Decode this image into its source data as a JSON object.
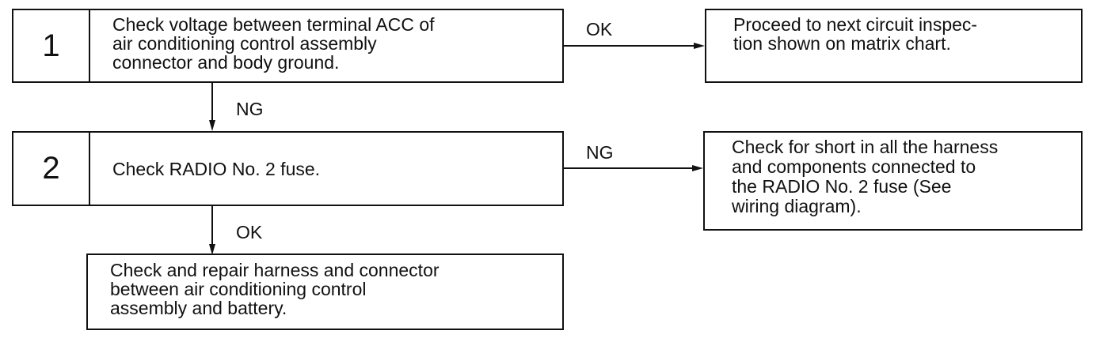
{
  "steps": [
    {
      "number": "1",
      "text": "Check voltage between terminal ACC of\nair conditioning control assembly\nconnector and body ground."
    },
    {
      "number": "2",
      "text": "Check RADIO No. 2 fuse."
    }
  ],
  "results": {
    "ok1": "Proceed to next circuit inspec-\ntion shown on matrix chart.",
    "ng2": "Check for short in all the harness\nand components connected to\nthe RADIO No. 2 fuse (See\nwiring diagram).",
    "ok2": "Check and repair harness and connector\nbetween air conditioning control\nassembly and battery."
  },
  "labels": {
    "step1_right": "OK",
    "step1_down": "NG",
    "step2_right": "NG",
    "step2_down": "OK"
  }
}
